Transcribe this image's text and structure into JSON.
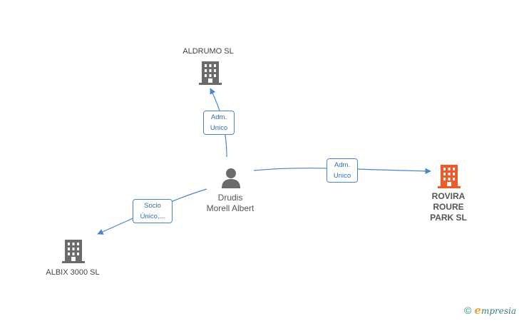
{
  "nodes": {
    "aldrumo": {
      "label": "ALDRUMO SL",
      "color": "#6b6b6b"
    },
    "person": {
      "label_line1": "Drudis",
      "label_line2": "Morell Albert",
      "color": "#6b6b6b"
    },
    "rovira": {
      "label_line1": "ROVIRA",
      "label_line2": "ROURE",
      "label_line3": "PARK SL",
      "color": "#f05a28"
    },
    "albix": {
      "label": "ALBIX 3000 SL",
      "color": "#6b6b6b"
    }
  },
  "edges": {
    "to_aldrumo": {
      "line1": "Adm.",
      "line2": "Unico"
    },
    "to_rovira": {
      "line1": "Adm.",
      "line2": "Unico"
    },
    "to_albix": {
      "line1": "Socio",
      "line2": "Único,..."
    }
  },
  "footer": {
    "copyright": "©",
    "brand_initial": "e",
    "brand_rest": "mpresia"
  },
  "colors": {
    "edge": "#4a86c8"
  }
}
